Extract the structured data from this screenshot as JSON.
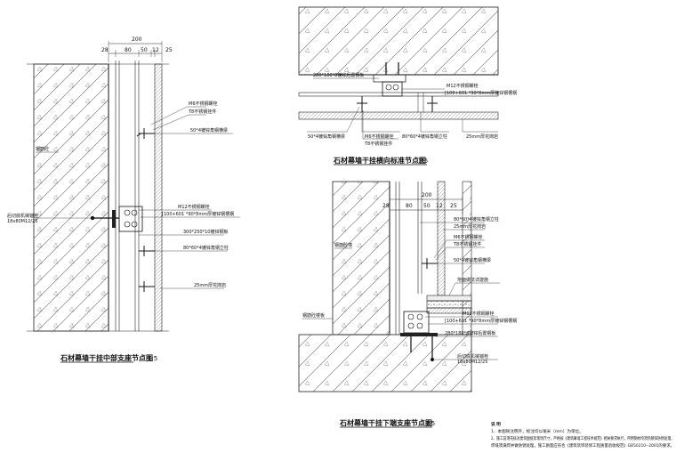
{
  "detail_middle": {
    "dims": {
      "total": "200",
      "d28": "28",
      "d80": "80",
      "d50": "50",
      "d12": "12",
      "d25": "25"
    },
    "labels": {
      "wall": "钢筋砼",
      "anchor": "后切底机械锚栓\n18x80M12/25",
      "m6_bolt": "M6不锈钢螺栓",
      "t8_clip": "T8不锈钢挂件",
      "angle_50": "50*4镀锌角钢横梁",
      "m12_bolt": "M12不锈钢螺栓",
      "channel": "[100+601 *90*8mm厚镀锌钢槽钢",
      "plate_300": "300*250*10镀锌钢板",
      "angle_80": "80*60*4镀锌角钢立柱",
      "stone": "25mm厚花岗岩"
    },
    "title": "石材幕墙干挂中部支座节点图",
    "scale": "1:5"
  },
  "detail_horizontal": {
    "labels": {
      "plate_280": "280*180*8镀锌后置钢板",
      "m12_bolt": "M12不锈钢螺栓",
      "channel": "[100+601 *90*8mm厚镀锌钢槽钢",
      "angle_50": "50*4镀锌角钢横梁",
      "m6_bolt": "M6不锈钢螺栓",
      "t8_clip": "T8不锈钢挂件",
      "angle_80": "80*60*4镀锌角钢立柱",
      "stone": "25mm厚花岗岩"
    },
    "title": "石材幕墙干挂横向标准节点图",
    "scale": "1:5"
  },
  "detail_bottom": {
    "dims": {
      "total": "200",
      "d28": "28",
      "d80": "80",
      "d50": "50",
      "d12": "12",
      "d25": "25"
    },
    "labels": {
      "wall": "钢筋砼墙",
      "slab": "钢筋砼楼板",
      "angle_80": "80*60*4镀锌角钢立柱",
      "stone": "25mm厚花岗岩",
      "m6_bolt": "M6不锈钢螺栓",
      "t8_clip": "T8不锈钢挂件",
      "angle_50": "50*4镀锌角钢横梁",
      "floor": "地面做法详建施",
      "m12_bolt": "M12不锈钢螺栓",
      "channel": "[100+601 *90*8mm厚镀锌钢槽钢",
      "plate_280": "280*180*8镀锌后置钢板",
      "anchor": "后切底机械锚栓\n18x80M12/25"
    },
    "title": "石材幕墙干挂下端支座节点图",
    "scale": "1:5"
  },
  "notes": {
    "heading": "说 明",
    "line1": "1、本图除注明外，标注均以毫米（mm）为单位。",
    "line2": "2、施工前须先核对建筑图纸及现场尺寸，严格按《建筑幕墙工程技术规范》相关要求执行，所用钢材均须热镀锌防锈处理，",
    "line3": "   焊缝须满焊并做防锈处理，施工质量应符合《建筑装饰装修工程质量验收规范》GB50210--2001的要求。"
  }
}
